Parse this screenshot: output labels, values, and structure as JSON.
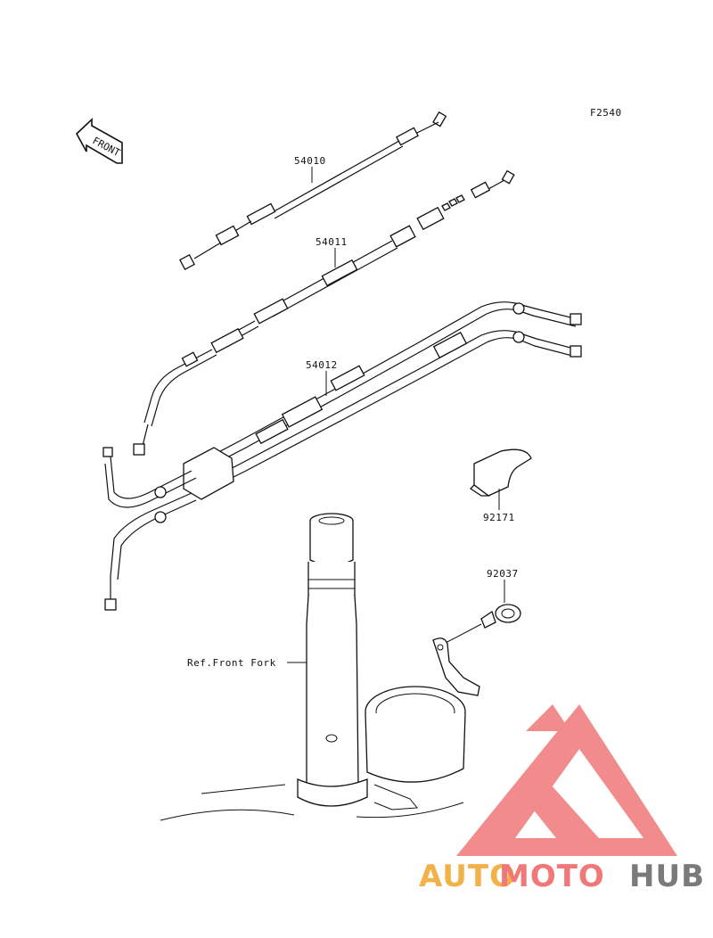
{
  "figure_code": "F2540",
  "front_arrow_label": "FRONT",
  "callouts": {
    "throttle_cable_1": "54010",
    "throttle_cable_2": "54011",
    "throttle_cable_3": "54012",
    "clamp": "92171",
    "fitting": "92037",
    "front_fork_ref": "Ref.Front Fork"
  },
  "watermark": {
    "auto": "AUTO",
    "moto": "MOTO",
    "hub": "HUB",
    "colors": {
      "auto": "#f2b24a",
      "moto": "#f07878",
      "hub": "#7a7a7a",
      "logo": "#f06a6a"
    }
  }
}
